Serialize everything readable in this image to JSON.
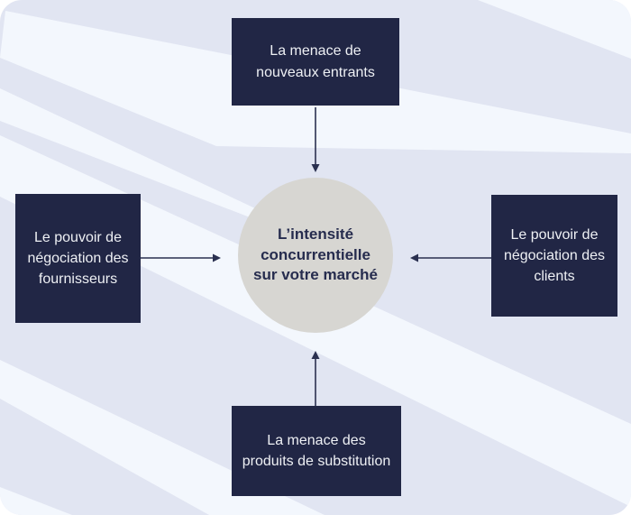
{
  "diagram": {
    "type": "five-forces-diagram",
    "center": {
      "label": "L’intensité concurrentielle sur votre marché"
    },
    "forces": {
      "top": {
        "label": "La menace de nouveaux entrants"
      },
      "left": {
        "label": "Le pouvoir de négociation des fournisseurs"
      },
      "right": {
        "label": "Le pouvoir de négociation des clients"
      },
      "bottom": {
        "label": "La menace des produits de substitution"
      }
    },
    "arrows": [
      {
        "from": "top",
        "to": "center",
        "direction": "down"
      },
      {
        "from": "left",
        "to": "center",
        "direction": "right"
      },
      {
        "from": "right",
        "to": "center",
        "direction": "left"
      },
      {
        "from": "bottom",
        "to": "center",
        "direction": "up"
      }
    ]
  },
  "colors": {
    "background": "#e1e5f2",
    "stripe": "#f3f7fd",
    "box_bg": "#212645",
    "box_text": "#eef0f4",
    "circle_bg": "#d7d6d2",
    "circle_text": "#262c4e",
    "arrow": "#2a3050"
  }
}
